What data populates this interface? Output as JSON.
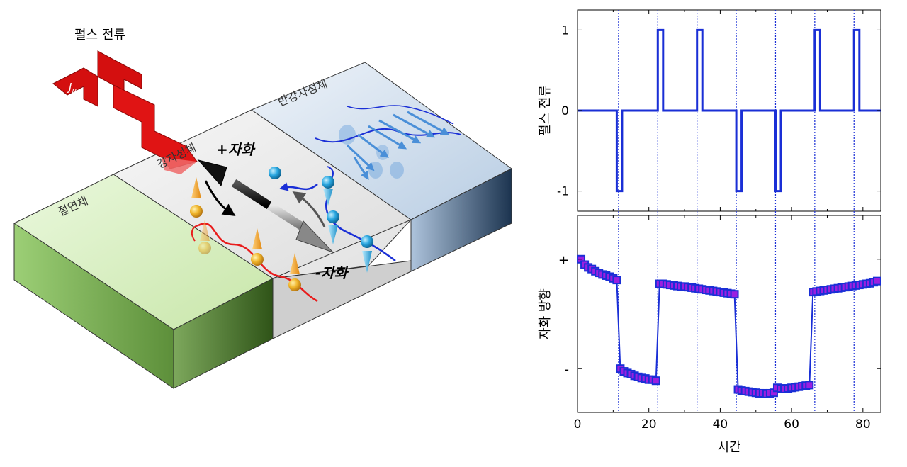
{
  "diagram": {
    "pulse_label": "펄스 전류",
    "jp_label": "J",
    "jp_sub": "P",
    "ferromagnet_label": "강자성체",
    "antiferromagnet_label": "반강자성체",
    "insulator_label": "절연체",
    "plus_magnetization_label": "+자화",
    "minus_magnetization_label": "-자화",
    "colors": {
      "pulse_arrow": "#d40f0f",
      "insulator_green": "#8fc06a",
      "antiferro_blue": "#a7c1dc",
      "up_spin": "#f0a32a",
      "down_spin": "#2aa7e0",
      "trace_red": "#e81c1c",
      "trace_blue": "#1a2fd6"
    }
  },
  "chart_data": [
    {
      "type": "line",
      "ylabel": "펄스 전류",
      "xlim": [
        0,
        85
      ],
      "ylim": [
        -1.25,
        1.25
      ],
      "yticks": [
        "-1",
        "0",
        "1"
      ],
      "series": [
        {
          "x": [
            0,
            11,
            11,
            12.5,
            12.5,
            22.5,
            22.5,
            24,
            24,
            33.5,
            33.5,
            35,
            35,
            44.5,
            44.5,
            46,
            46,
            55.5,
            55.5,
            57,
            57,
            66.5,
            66.5,
            68,
            68,
            77.5,
            77.5,
            79,
            79,
            85
          ],
          "values": [
            0,
            0,
            -1,
            -1,
            0,
            0,
            1,
            1,
            0,
            0,
            1,
            1,
            0,
            0,
            -1,
            -1,
            0,
            0,
            -1,
            -1,
            0,
            0,
            1,
            1,
            0,
            0,
            1,
            1,
            0,
            0
          ]
        }
      ],
      "vlines": [
        11.5,
        22.5,
        33.5,
        44.5,
        55.5,
        66.5,
        77.5
      ]
    },
    {
      "type": "scatter",
      "ylabel": "자화 방향",
      "xlabel": "시간",
      "xlim": [
        0,
        85
      ],
      "ylim": [
        -1.8,
        1.8
      ],
      "yticks": [
        "+",
        "-"
      ],
      "xticks": [
        "0",
        "20",
        "40",
        "60",
        "80"
      ],
      "series": [
        {
          "x": [
            1,
            2,
            3,
            4,
            5,
            6,
            7,
            8,
            9,
            10,
            11,
            12,
            13,
            14,
            15,
            16,
            17,
            18,
            19,
            20,
            21,
            22,
            23,
            24,
            25,
            26,
            27,
            28,
            29,
            30,
            31,
            32,
            33,
            34,
            35,
            36,
            37,
            38,
            39,
            40,
            41,
            42,
            43,
            44,
            45,
            46,
            47,
            48,
            49,
            50,
            51,
            52,
            53,
            54,
            55,
            56,
            57,
            58,
            59,
            60,
            61,
            62,
            63,
            64,
            65,
            66,
            67,
            68,
            69,
            70,
            71,
            72,
            73,
            74,
            75,
            76,
            77,
            78,
            79,
            80,
            81,
            82,
            83,
            84
          ],
          "values": [
            1,
            0.9,
            0.85,
            0.82,
            0.78,
            0.75,
            0.72,
            0.7,
            0.68,
            0.65,
            0.62,
            -1,
            -1.05,
            -1.08,
            -1.1,
            -1.13,
            -1.15,
            -1.17,
            -1.18,
            -1.2,
            -1.2,
            -1.22,
            0.55,
            0.55,
            0.54,
            0.53,
            0.52,
            0.51,
            0.5,
            0.5,
            0.49,
            0.48,
            0.47,
            0.46,
            0.45,
            0.44,
            0.43,
            0.42,
            0.41,
            0.4,
            0.39,
            0.38,
            0.37,
            0.36,
            -1.38,
            -1.4,
            -1.41,
            -1.42,
            -1.43,
            -1.44,
            -1.45,
            -1.45,
            -1.46,
            -1.45,
            -1.44,
            -1.35,
            -1.36,
            -1.37,
            -1.36,
            -1.35,
            -1.34,
            -1.33,
            -1.32,
            -1.31,
            -1.3,
            0.4,
            0.41,
            0.42,
            0.43,
            0.44,
            0.45,
            0.46,
            0.47,
            0.48,
            0.49,
            0.5,
            0.51,
            0.52,
            0.53,
            0.54,
            0.55,
            0.56,
            0.58,
            0.6
          ]
        }
      ],
      "vlines": [
        11.5,
        22.5,
        33.5,
        44.5,
        55.5,
        66.5,
        77.5
      ]
    }
  ]
}
